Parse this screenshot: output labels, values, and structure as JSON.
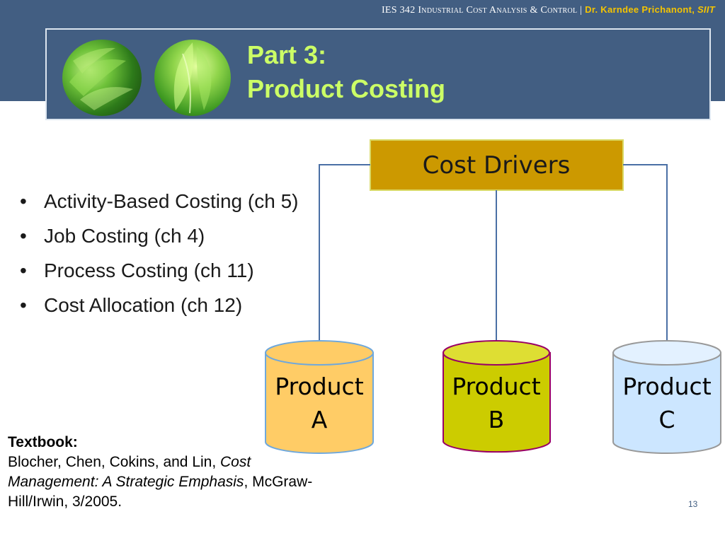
{
  "header": {
    "course": "IES 342 Industrial Cost Analysis & Control",
    "separator": " | ",
    "author": "Dr. Karndee Prichanont,",
    "institute": "SIIT"
  },
  "title": {
    "line1": "Part 3:",
    "line2": "Product Costing"
  },
  "bullets": [
    "Activity-Based Costing (ch 5)",
    "Job Costing (ch 4)",
    "Process Costing (ch 11)",
    "Cost Allocation (ch 12)"
  ],
  "diagram": {
    "source": {
      "label": "Cost Drivers",
      "color": "#cc9900"
    },
    "products": [
      {
        "line1": "Product",
        "line2": "A",
        "fill": "#ffcc66",
        "stroke": "#6fa8dc"
      },
      {
        "line1": "Product",
        "line2": "B",
        "fill": "#cccc00",
        "stroke": "#990066"
      },
      {
        "line1": "Product",
        "line2": "C",
        "fill": "#cce6ff",
        "stroke": "#999999"
      }
    ]
  },
  "textbook": {
    "heading": "Textbook:",
    "authors": "Blocher, Chen, Cokins, and Lin, ",
    "book_title": "Cost Management: A Strategic Emphasis",
    "publisher": ", McGraw-Hill/Irwin, 3/2005."
  },
  "page_number": "13"
}
